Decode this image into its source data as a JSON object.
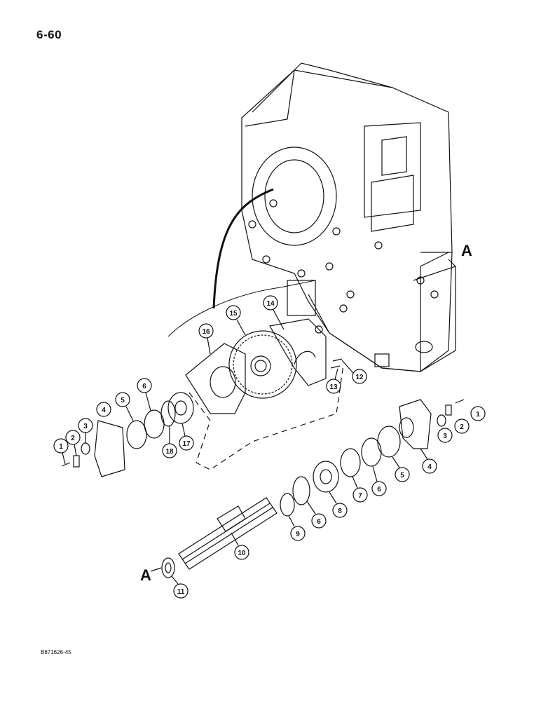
{
  "page": {
    "number": "6-60",
    "figure_code": "B871626-45"
  },
  "reference_label": "A",
  "callouts": [
    "1",
    "2",
    "3",
    "4",
    "5",
    "6",
    "7",
    "8",
    "9",
    "10",
    "11",
    "12",
    "13",
    "14",
    "15",
    "16",
    "17",
    "18"
  ],
  "colors": {
    "line": "#111111",
    "background": "#ffffff"
  }
}
